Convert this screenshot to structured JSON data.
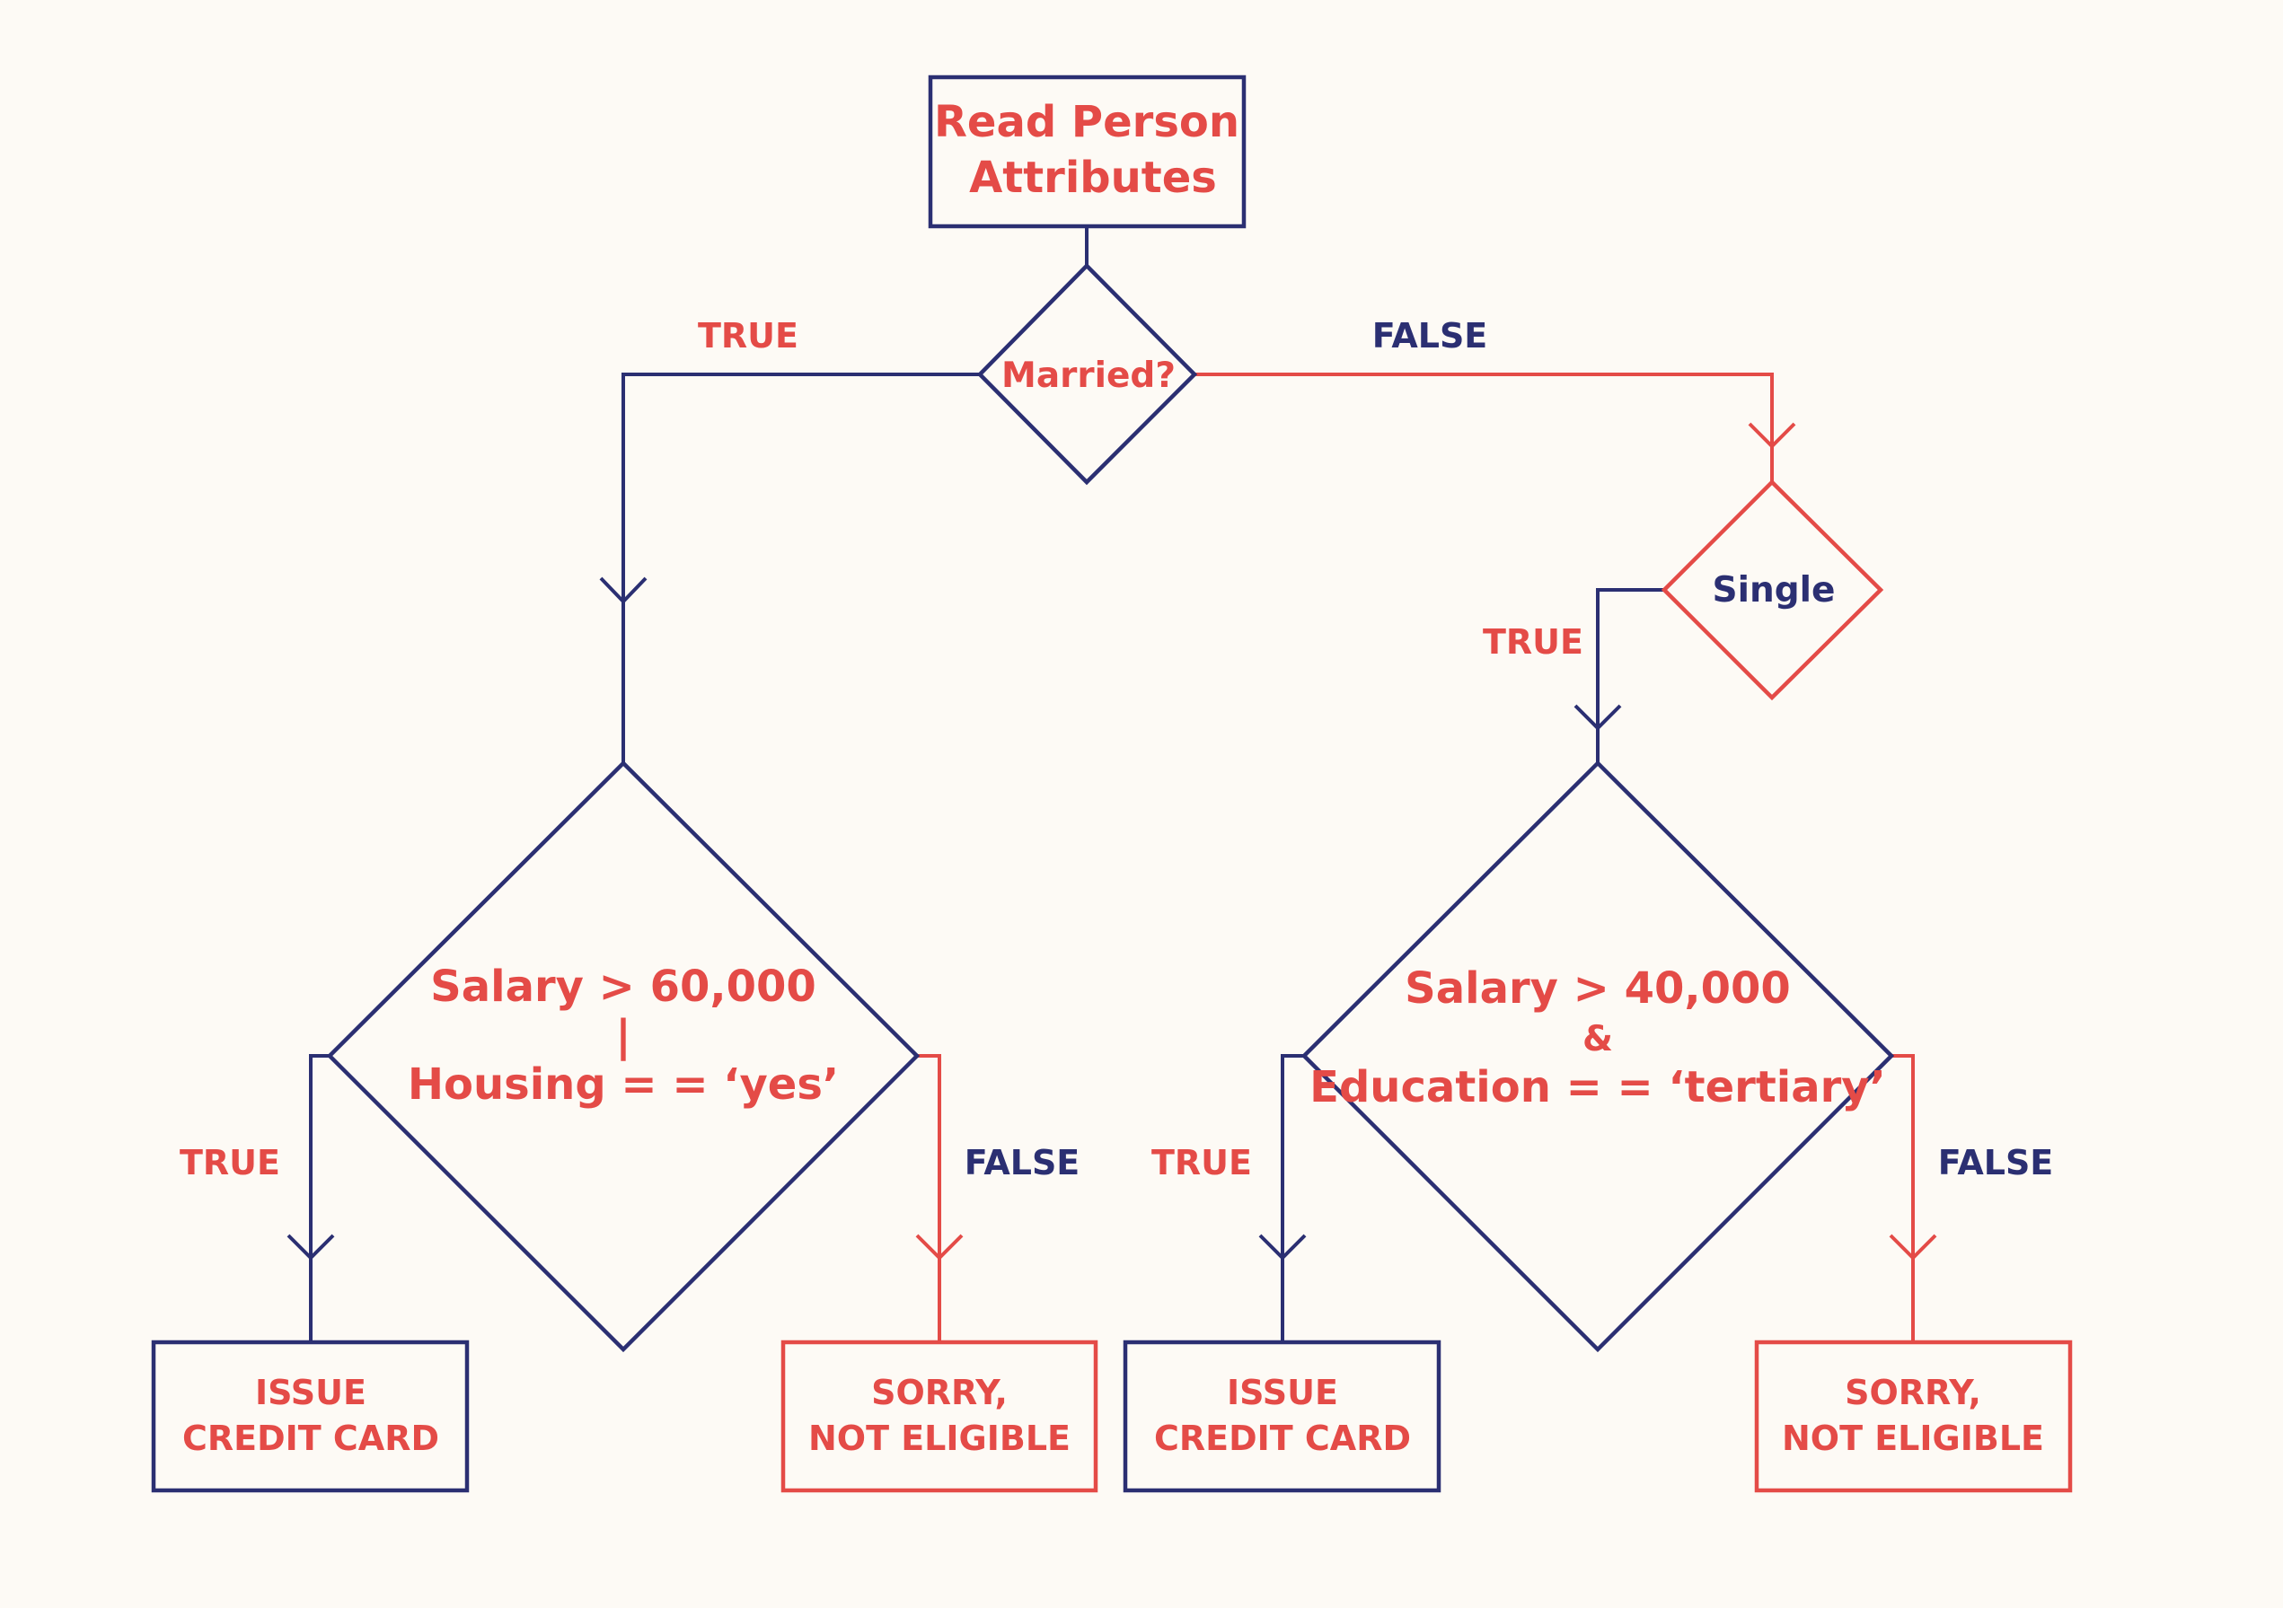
{
  "colors": {
    "navy": "#2B2F72",
    "red": "#E44B47",
    "background": "#FDFAF5"
  },
  "start": {
    "line1": "Read Person",
    "line2": "Attributes"
  },
  "married": {
    "label": "Married?",
    "true_label": "TRUE",
    "false_label": "FALSE"
  },
  "single": {
    "label": "Single",
    "true_label": "TRUE"
  },
  "left_decision": {
    "line1": "Salary > 60,000",
    "operator": "|",
    "line2": "Housing = = ‘yes’",
    "true_label": "TRUE",
    "false_label": "FALSE"
  },
  "right_decision": {
    "line1": "Salary > 40,000",
    "operator": "&",
    "line2": "Education = = ‘tertiary’",
    "true_label": "TRUE",
    "false_label": "FALSE"
  },
  "outcomes": {
    "left_issue": {
      "line1": "ISSUE",
      "line2": "CREDIT CARD"
    },
    "left_sorry": {
      "line1": "SORRY,",
      "line2": "NOT ELIGIBLE"
    },
    "right_issue": {
      "line1": "ISSUE",
      "line2": "CREDIT CARD"
    },
    "right_sorry": {
      "line1": "SORRY,",
      "line2": "NOT ELIGIBLE"
    }
  }
}
